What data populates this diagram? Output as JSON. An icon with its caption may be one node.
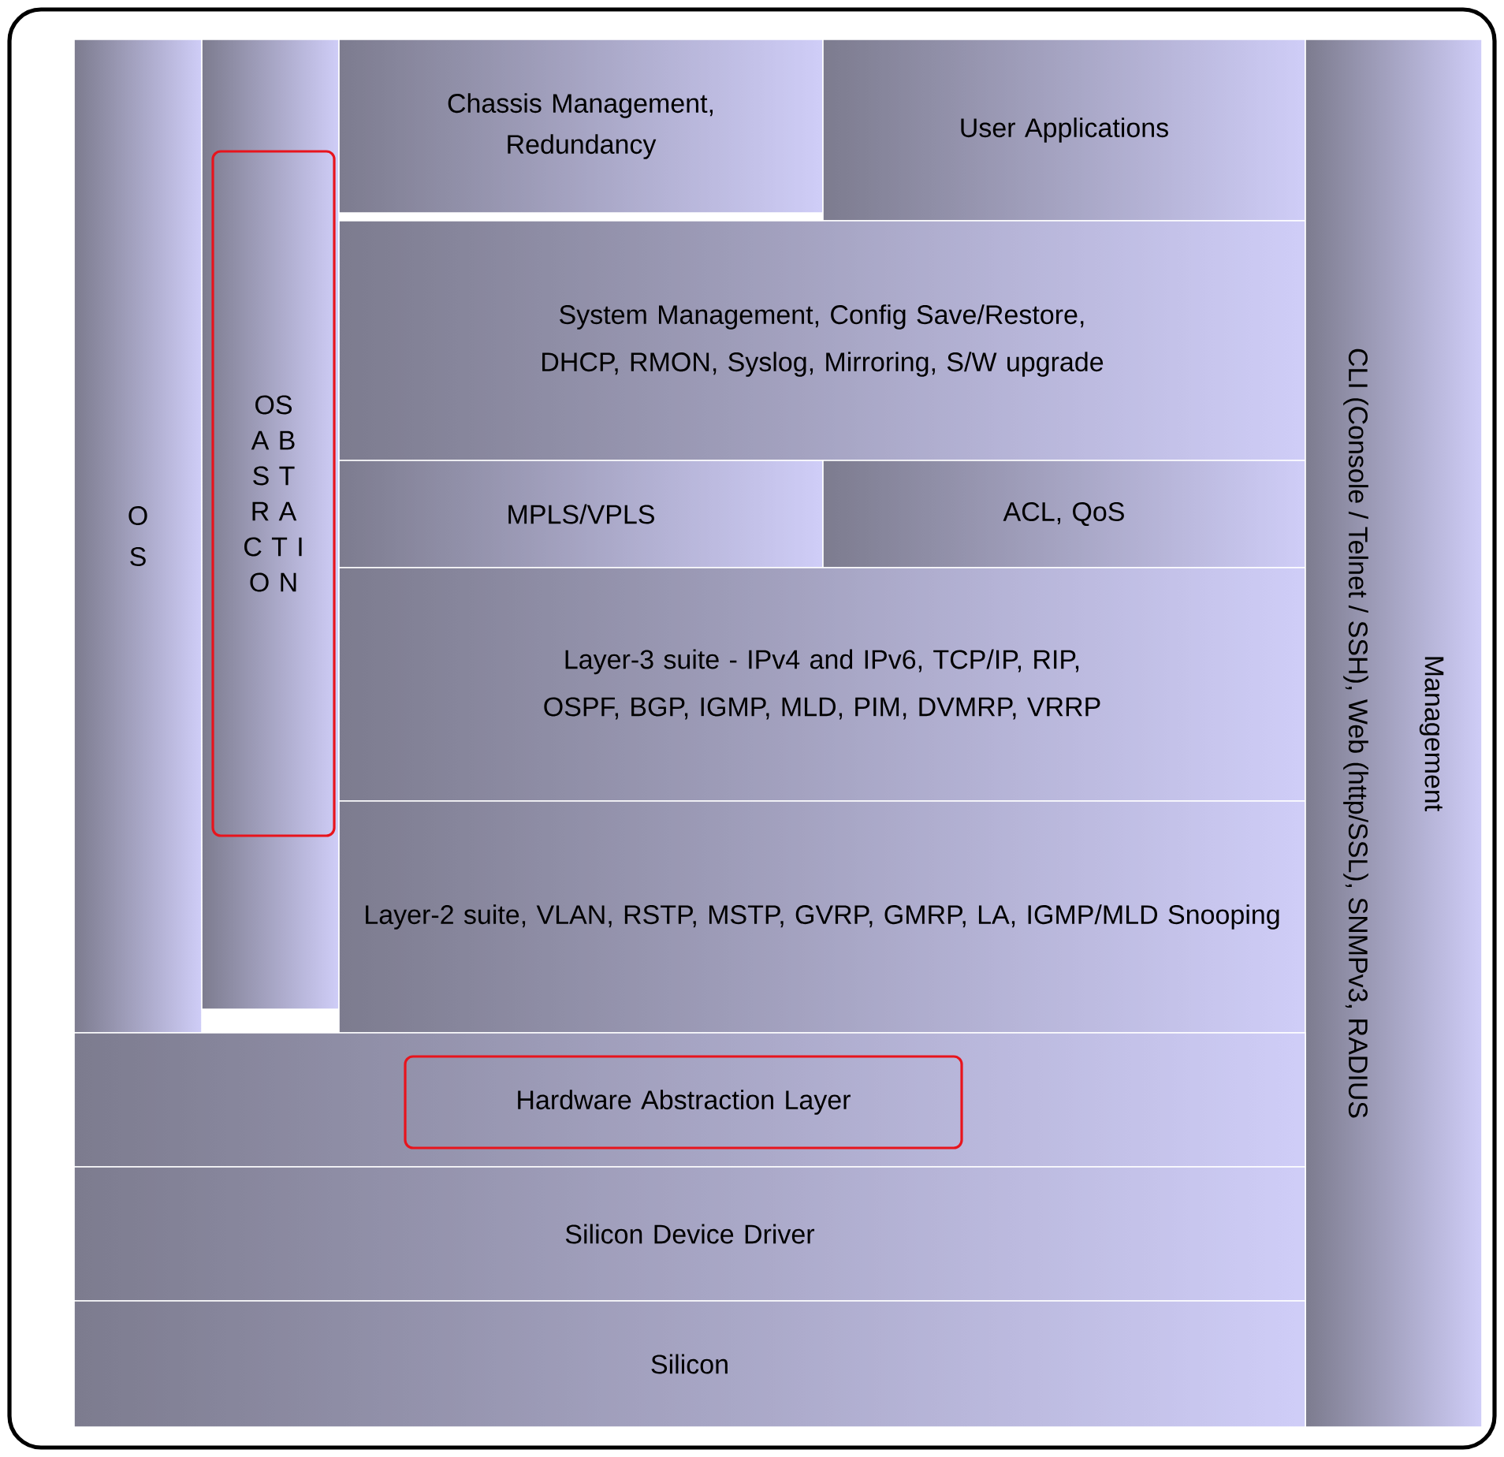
{
  "diagram": {
    "nodes": [
      {
        "text": [
          "O S"
        ]
      },
      {
        "text": [],
        "shape": "box"
      },
      {
        "text": [
          "OS A B S T R A C T I O N"
        ],
        "in": 1
      },
      {
        "text": [
          "Chassis Management, Redundancy"
        ]
      },
      {
        "text": [
          "User Applications"
        ]
      },
      {
        "text": [
          "System Management, Config Save/Restore, DHCP, RMON, Syslog, Mirroring, S/W upgrade"
        ]
      },
      {
        "text": [
          "MPLS/VPLS"
        ]
      },
      {
        "text": [
          "ACL, QoS"
        ]
      },
      {
        "text": [
          "Layer-3 suite - IPv4 and IPv6, TCP/IP, RIP, OSPF, BGP, IGMP, MLD, PIM, DVMRP, VRRP"
        ]
      },
      {
        "text": [
          "Layer-2 suite, VLAN, RSTP, MSTP, GVRP, GMRP, LA, IGMP/MLD Snooping"
        ]
      },
      {
        "text": [
          "Management",
          "CLI (Console / Telnet / SSH), Web (http/SSL), SNMPv3, RADIUS"
        ]
      },
      {
        "text": [],
        "shape": "box"
      },
      {
        "text": [
          "Hardware Abstraction Layer"
        ],
        "in": 11
      },
      {
        "text": [
          "Silicon Device Driver"
        ]
      },
      {
        "text": [
          "Silicon"
        ]
      }
    ]
  }
}
